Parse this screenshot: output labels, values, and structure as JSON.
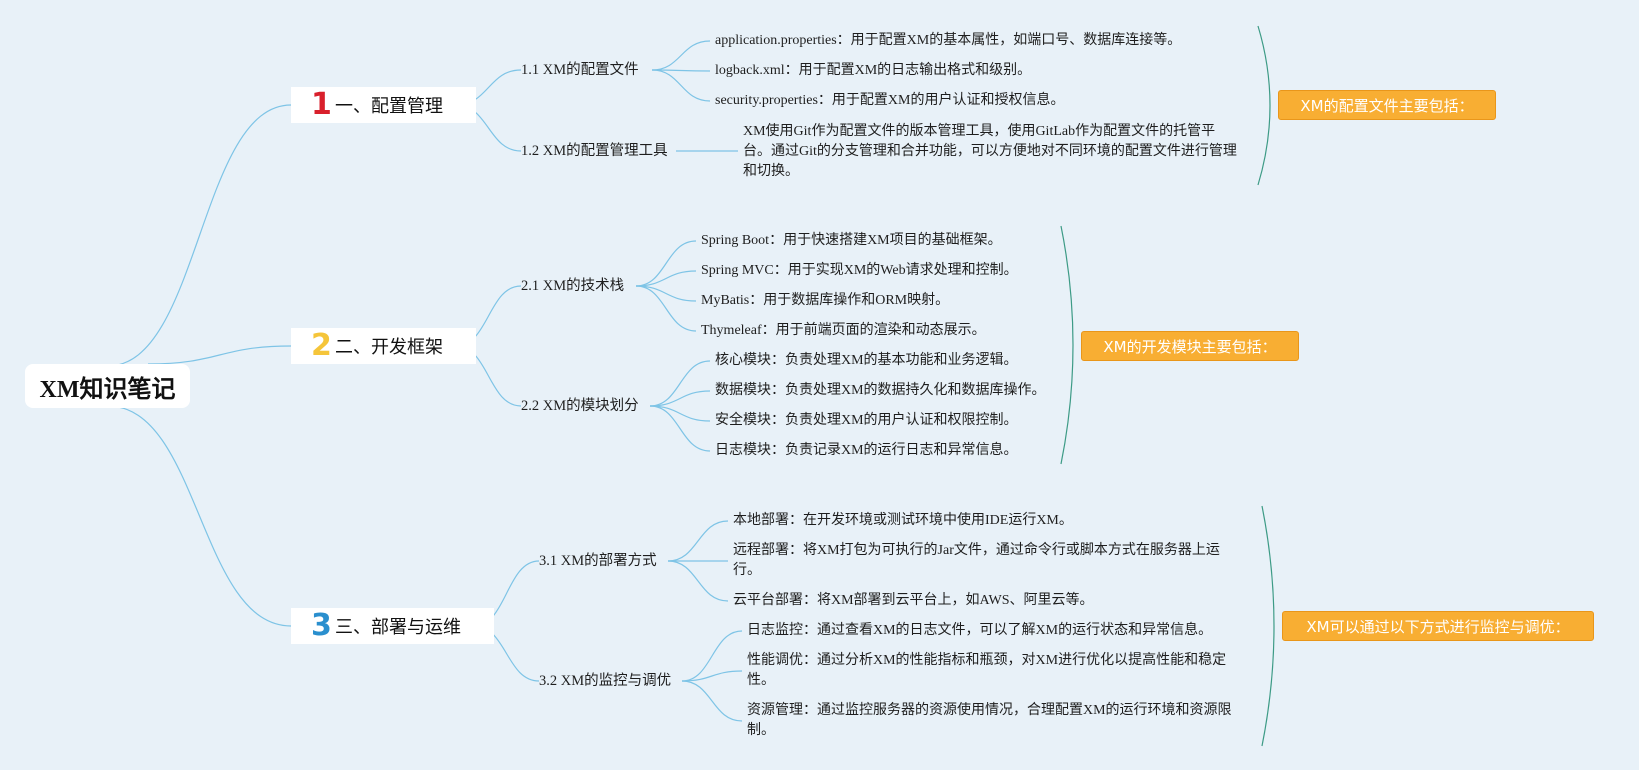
{
  "root": {
    "title": "XM知识笔记"
  },
  "sections": [
    {
      "number": "1",
      "number_color": "#d9202c",
      "title": "一、配置管理",
      "summary": "XM的配置文件主要包括：",
      "subs": [
        {
          "title": "1.1 XM的配置文件",
          "leaves": [
            "application.properties：用于配置XM的基本属性，如端口号、数据库连接等。",
            "logback.xml：用于配置XM的日志输出格式和级别。",
            "security.properties：用于配置XM的用户认证和授权信息。"
          ]
        },
        {
          "title": "1.2 XM的配置管理工具",
          "leaves": [
            "XM使用Git作为配置文件的版本管理工具，使用GitLab作为配置文件的托管平台。通过Git的分支管理和合并功能，可以方便地对不同环境的配置文件进行管理和切换。"
          ]
        }
      ]
    },
    {
      "number": "2",
      "number_color": "#f5c53a",
      "title": "二、开发框架",
      "summary": "XM的开发模块主要包括：",
      "subs": [
        {
          "title": "2.1 XM的技术栈",
          "leaves": [
            "Spring Boot：用于快速搭建XM项目的基础框架。",
            "Spring MVC：用于实现XM的Web请求处理和控制。",
            "MyBatis：用于数据库操作和ORM映射。",
            "Thymeleaf：用于前端页面的渲染和动态展示。"
          ]
        },
        {
          "title": "2.2 XM的模块划分",
          "leaves": [
            "核心模块：负责处理XM的基本功能和业务逻辑。",
            "数据模块：负责处理XM的数据持久化和数据库操作。",
            "安全模块：负责处理XM的用户认证和权限控制。",
            "日志模块：负责记录XM的运行日志和异常信息。"
          ]
        }
      ]
    },
    {
      "number": "3",
      "number_color": "#2a8fce",
      "title": "三、部署与运维",
      "summary": "XM可以通过以下方式进行监控与调优：",
      "subs": [
        {
          "title": "3.1 XM的部署方式",
          "leaves": [
            "本地部署：在开发环境或测试环境中使用IDE运行XM。",
            "远程部署：将XM打包为可执行的Jar文件，通过命令行或脚本方式在服务器上运行。",
            "云平台部署：将XM部署到云平台上，如AWS、阿里云等。"
          ]
        },
        {
          "title": "3.2 XM的监控与调优",
          "leaves": [
            "日志监控：通过查看XM的日志文件，可以了解XM的运行状态和异常信息。",
            "性能调优：通过分析XM的性能指标和瓶颈，对XM进行优化以提高性能和稳定性。",
            "资源管理：通过监控服务器的资源使用情况，合理配置XM的运行环境和资源限制。"
          ]
        }
      ]
    }
  ],
  "colors": {
    "link": "#7ec4e6",
    "bracket": "#3d9b86",
    "badge": "#f8ae33"
  }
}
